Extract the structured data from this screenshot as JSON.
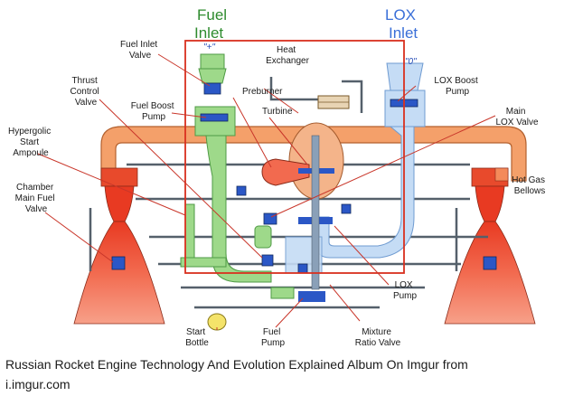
{
  "diagram": {
    "title_fuel": [
      "Fuel",
      "Inlet"
    ],
    "title_lox": [
      "LOX",
      "Inlet"
    ],
    "tag_plus": "\"+\"",
    "tag_zero": "\"0\"",
    "labels": {
      "fuel_inlet_valve": [
        "Fuel Inlet",
        "Valve"
      ],
      "heat_exchanger": [
        "Heat",
        "Exchanger"
      ],
      "lox_boost_pump": [
        "LOX Boost",
        "Pump"
      ],
      "thrust_control_valve": [
        "Thrust",
        "Control",
        "Valve"
      ],
      "fuel_boost_pump": [
        "Fuel Boost",
        "Pump"
      ],
      "preburner": "Preburner",
      "turbine": "Turbine",
      "main_lox_valve": [
        "Main",
        "LOX Valve"
      ],
      "hypergolic_start_ampoule": [
        "Hypergolic",
        "Start",
        "Ampoule"
      ],
      "hot_gas_bellows": [
        "Hot Gas",
        "Bellows"
      ],
      "chamber_main_fuel_valve": [
        "Chamber",
        "Main Fuel",
        "Valve"
      ],
      "lox_pump": [
        "LOX",
        "Pump"
      ],
      "start_bottle": [
        "Start",
        "Bottle"
      ],
      "fuel_pump": [
        "Fuel",
        "Pump"
      ],
      "mixture_ratio_valve": [
        "Mixture",
        "Ratio Valve"
      ]
    },
    "colors": {
      "fuel_green": "#9ed98a",
      "fuel_green_dark": "#4f9a45",
      "lox_blue": "#c5dcf5",
      "lox_blue_dark": "#6f9bd1",
      "hot_gas_orange": "#f4a06a",
      "nozzle_red": "#f26a4f",
      "highlight_red": "#d9301e",
      "control_blue": "#2b57c6"
    }
  },
  "caption": {
    "line1": "Russian Rocket Engine Technology And Evolution Explained Album On Imgur from",
    "line2": "i.imgur.com"
  }
}
